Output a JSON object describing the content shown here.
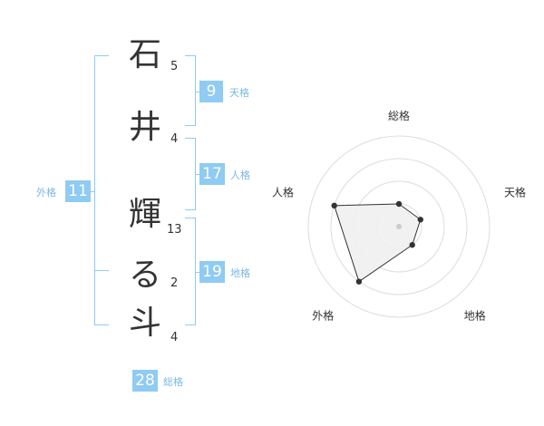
{
  "name": {
    "characters": [
      {
        "char": "石",
        "strokes": "5"
      },
      {
        "char": "井",
        "strokes": "4"
      },
      {
        "char": "輝",
        "strokes": "13"
      },
      {
        "char": "る",
        "strokes": "2"
      },
      {
        "char": "斗",
        "strokes": "4"
      }
    ]
  },
  "fortunes": {
    "tenkaku": {
      "value": "9",
      "label": "天格"
    },
    "jinkaku": {
      "value": "17",
      "label": "人格"
    },
    "chikaku": {
      "value": "19",
      "label": "地格"
    },
    "gaikaku": {
      "value": "11",
      "label": "外格"
    },
    "soukaku": {
      "value": "28",
      "label": "総格"
    }
  },
  "colors": {
    "accent": "#8fcbf2",
    "accent_text": "#7ab8e3",
    "text": "#333333",
    "radar_fill": "#f0f0f0",
    "grid": "#dddddd"
  },
  "chart_data": {
    "type": "radar",
    "axes": [
      "総格",
      "天格",
      "地格",
      "外格",
      "人格"
    ],
    "values": [
      1,
      1,
      1,
      3,
      3
    ],
    "max": 4,
    "rings": 4
  }
}
